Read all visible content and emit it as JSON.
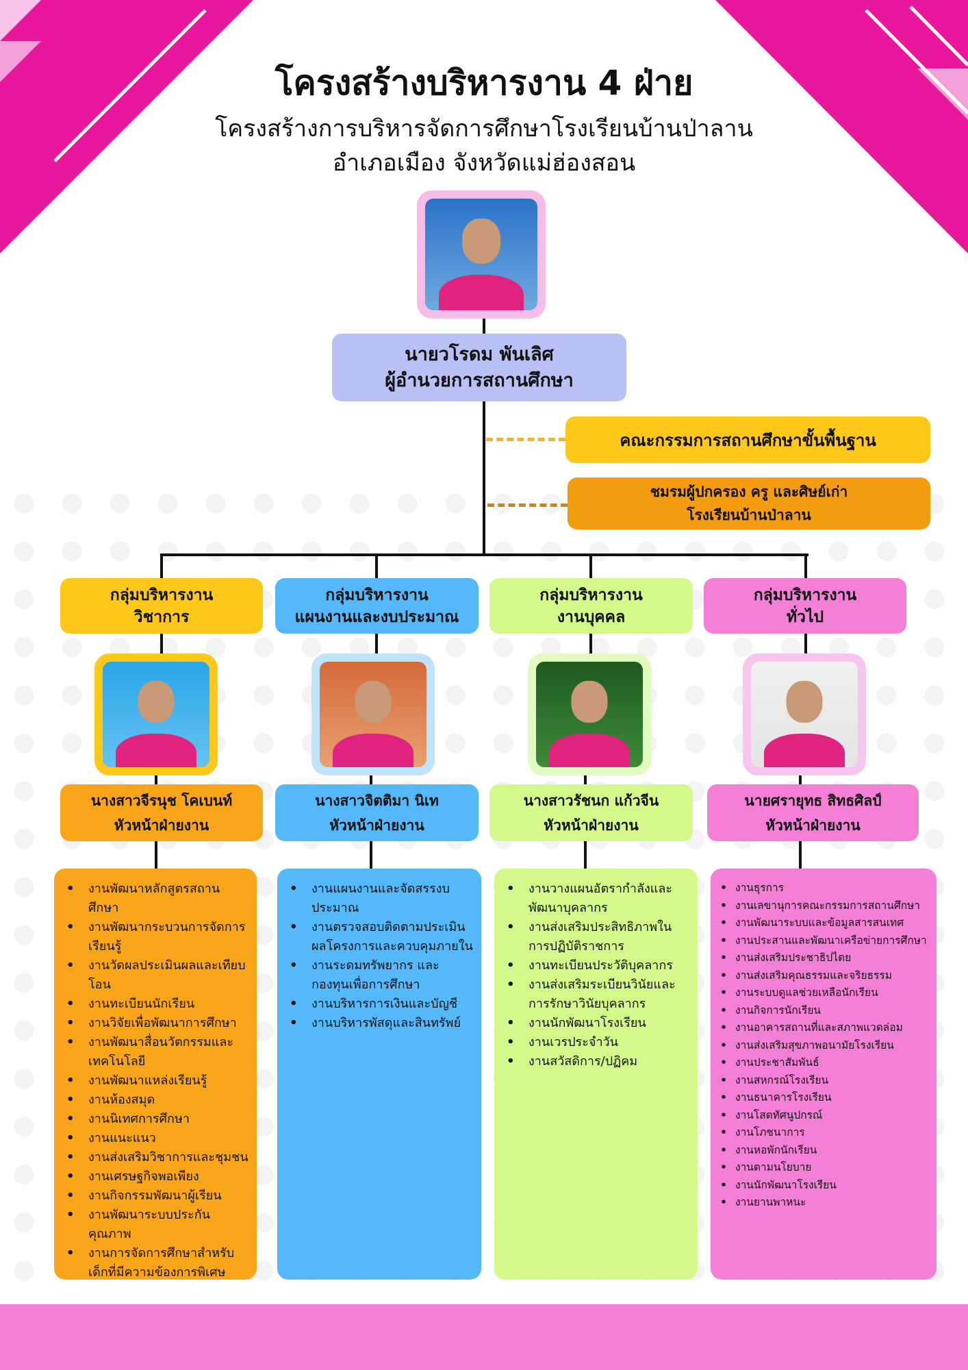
{
  "header": {
    "title": "โครงสร้างบริหารงาน 4 ฝ่าย",
    "subtitle1": "โครงสร้างการบริหารจัดการศึกษาโรงเรียนบ้านป่าลาน",
    "subtitle2": "อำเภอเมือง   จังหวัดแม่ฮ่องสอน"
  },
  "director": {
    "name": "นายวโรดม  พันเลิศ",
    "position": "ผู้อำนวยการสถานศึกษา"
  },
  "committee": {
    "label": "คณะกรรมการสถานศึกษาขั้นพื้นฐาน"
  },
  "parents": {
    "line1": "ชมรมผู้ปกครอง ครู และศิษย์เก่า",
    "line2": "โรงเรียนบ้านป่าลาน"
  },
  "colors": {
    "pink": "#f47fd6",
    "yellow": "#fdc81a",
    "orange": "#f9a51a",
    "blue": "#55b8f8",
    "green": "#d4f98a",
    "lavender": "#b9c0f4"
  },
  "groups": [
    {
      "title1": "กลุ่มบริหารงาน",
      "title2": "วิชาการ",
      "head_name": "นางสาวจีรนุช โคเบนท์",
      "head_role": "หัวหน้าฝ่ายงาน",
      "tasks": [
        "งานพัฒนาหลักสูตรสถานศึกษา",
        "งานพัฒนากระบวนการจัดการเรียนรู้",
        "งานวัดผลประเมินผลและเทียบโอน",
        "งานทะเบียนนักเรียน",
        "งานวิจัยเพื่อพัฒนาการศึกษา",
        "งานพัฒนาสื่อนวัตกรรมและเทคโนโลยี",
        "งานพัฒนาแหล่งเรียนรู้",
        "งานห้องสมุด",
        "งานนิเทศการศึกษา",
        "งานแนะแนว",
        "งานส่งเสริมวิชาการและชุมชน",
        "งานเศรษฐกิจพอเพียง",
        "งานกิจกรรมพัฒนาผู้เรียน",
        "งานพัฒนาระบบประกันคุณภาพ",
        "งานการจัดการศึกษาสำหรับเด็กที่มีความข้องการพิเศษ"
      ]
    },
    {
      "title1": "กลุ่มบริหารงาน",
      "title2": "แผนงานและงบประมาณ",
      "head_name": "นางสาวจิตติมา  นิเท",
      "head_role": "หัวหน้าฝ่ายงาน",
      "tasks": [
        "งานแผนงานและจัดสรรงบประมาณ",
        "งานตรวจสอบติดตามประเมินผลโครงการและควบคุมภายใน",
        "งานระดมทรัพยากร และกองทุนเพื่อการศึกษา",
        "งานบริหารการเงินและบัญชี",
        "งานบริหารพัสดุและสินทรัพย์"
      ]
    },
    {
      "title1": "กลุ่มบริหารงาน",
      "title2": "งานบุคคล",
      "head_name": "นางสาวรัชนก แก้วจีน",
      "head_role": "หัวหน้าฝ่ายงาน",
      "tasks": [
        "งานวางแผนอัตรากำลังและพัฒนาบุคลากร",
        "งานส่งเสริมประสิทธิภาพในการปฏิบัติราชการ",
        "งานทะเบียนประวัติบุคลากร",
        "งานส่งเสริมระเบียนวินัยและการรักษาวินัยบุคลากร",
        "งานนักพัฒนาโรงเรียน",
        "งานเวรประจำวัน",
        "งานสวัสดิการ/ปฏิคม"
      ]
    },
    {
      "title1": "กลุ่มบริหารงาน",
      "title2": "ทั่วไป",
      "head_name": "นายศรายุทธ สิทธศิลป์",
      "head_role": "หัวหน้าฝ่ายงาน",
      "tasks": [
        "งานธุรการ",
        "งานเลขานุการคณะกรรมการสถานศึกษา",
        "งานพัฒนาระบบและข้อมูลสารสนเทศ",
        "งานประสานและพัฒนาเครือข่ายการศึกษา",
        "งานส่งเสริมประชาธิปไตย",
        "งานส่งเสริมคุณธรรมและจริยธรรม",
        "งานระบบดูแลช่วยเหลือนักเรียน",
        "งานกิจการนักเรียน",
        "งานอาคารสถานที่และสภาพแวดล่อม",
        "งานส่งเสริมสุขภาพอนามัยโรงเรียน",
        "งานประชาสัมพันธ์",
        "งานสหกรณ์โรงเรียน",
        "งานธนาคารโรงเรียน",
        "งานโสตทัศนูปกรณ์",
        "งานโภชนาการ",
        "งานหอพักนักเรียน",
        "งานตามนโยบาย",
        "งานนักพัฒนาโรงเรียน",
        "งานยานพาหนะ"
      ]
    }
  ]
}
